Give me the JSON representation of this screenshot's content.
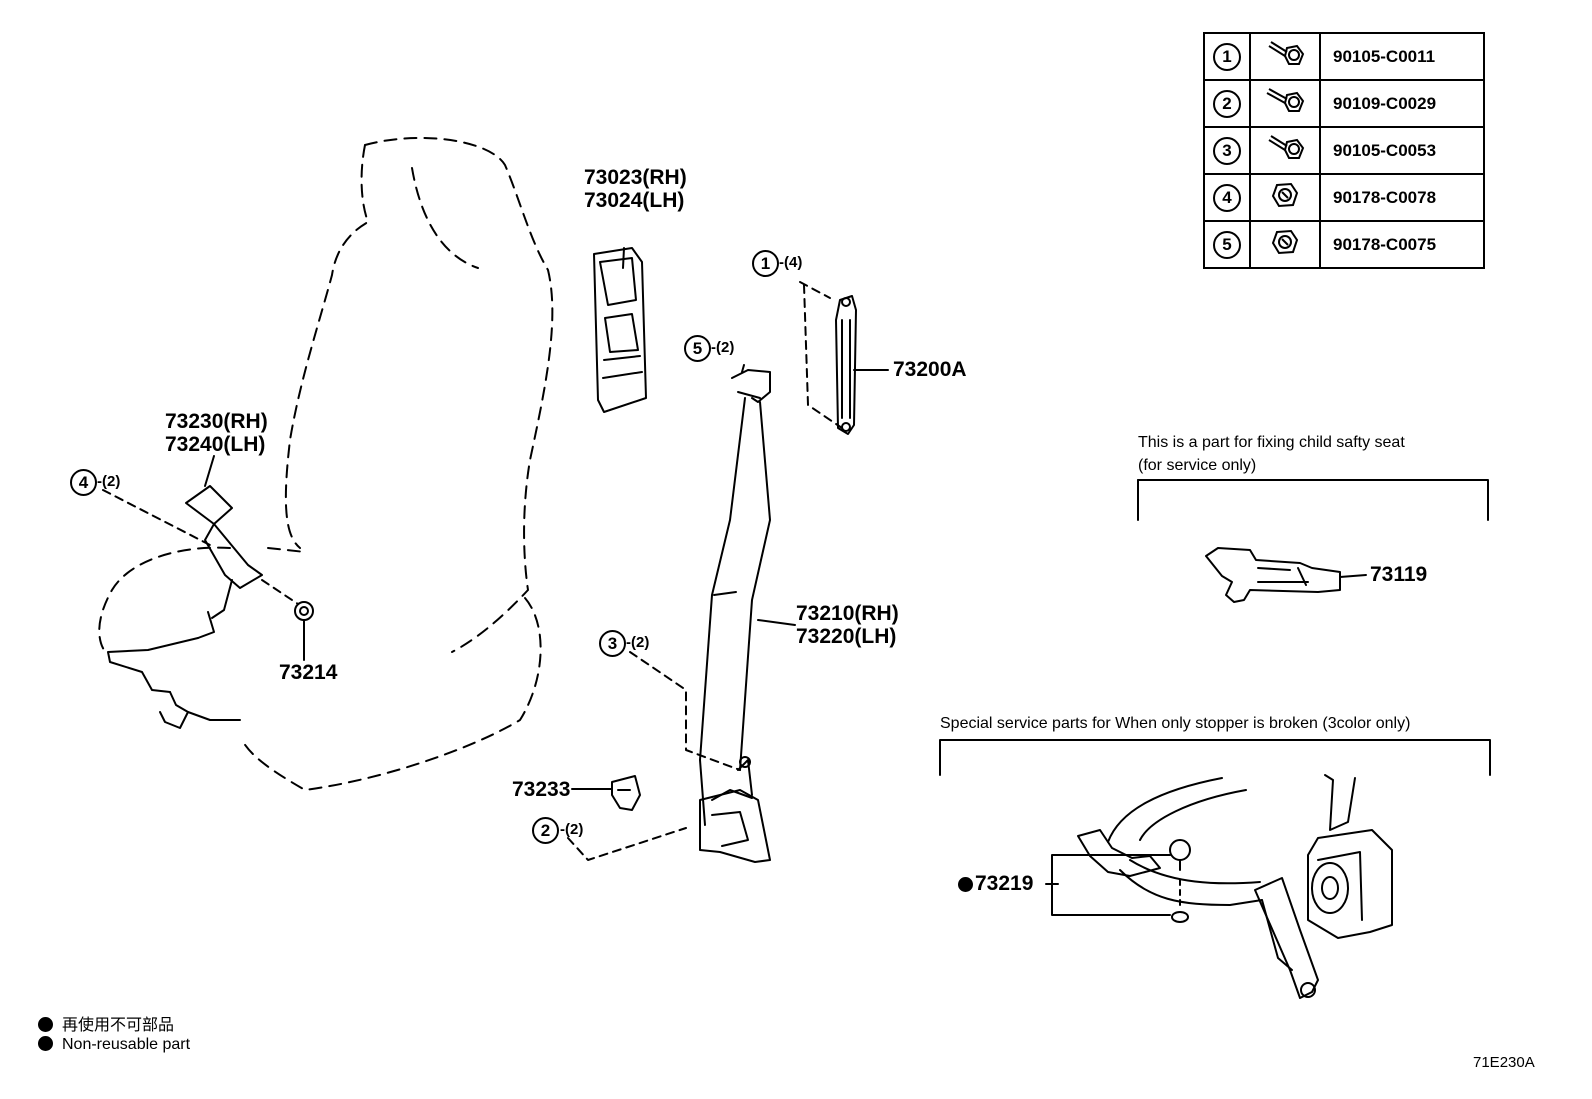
{
  "fastener_table": [
    {
      "ref": "1",
      "icon": "bolt-icon",
      "part_no": "90105-C0011"
    },
    {
      "ref": "2",
      "icon": "bolt-icon",
      "part_no": "90109-C0029"
    },
    {
      "ref": "3",
      "icon": "bolt-icon",
      "part_no": "90105-C0053"
    },
    {
      "ref": "4",
      "icon": "nut-icon",
      "part_no": "90178-C0078"
    },
    {
      "ref": "5",
      "icon": "nut-icon",
      "part_no": "90178-C0075"
    }
  ],
  "parts": {
    "cover_rh": "73023(RH)",
    "cover_lh": "73024(LH)",
    "anchor_adjuster": "73200A",
    "buckle_rh": "73230(RH)",
    "buckle_lh": "73240(LH)",
    "washer": "73214",
    "belt_rh": "73210(RH)",
    "belt_lh": "73220(LH)",
    "cover_small": "73233",
    "child_seat_bracket": "73119",
    "stopper": "73219"
  },
  "callouts": {
    "c1": {
      "ref": "1",
      "qty": "-(4)"
    },
    "c2": {
      "ref": "2",
      "qty": "-(2)"
    },
    "c3": {
      "ref": "3",
      "qty": "-(2)"
    },
    "c4": {
      "ref": "4",
      "qty": "-(2)"
    },
    "c5": {
      "ref": "5",
      "qty": "-(2)"
    }
  },
  "notes": {
    "child_seat_line1": "This is a part for fixing child safty seat",
    "child_seat_line2": "(for service only)",
    "stopper_heading": "Special service parts for When only stopper is broken (3color only)"
  },
  "legend": {
    "japanese": "再使用不可部品",
    "english": "Non-reusable part"
  },
  "diagram_code": "71E230A"
}
